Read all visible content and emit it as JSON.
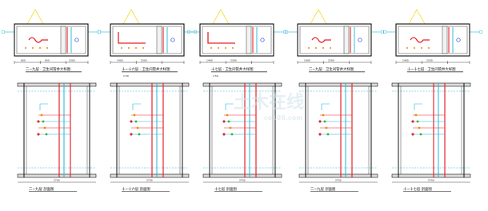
{
  "plans": [
    {
      "title": "二~九层 · 卫生间管井大样图",
      "scale": "",
      "dims": [
        "600",
        "600",
        "2300"
      ]
    },
    {
      "title": "十~十六层 · 卫生间管井大样图",
      "scale": "1:50",
      "dims": [
        "1400",
        "2300"
      ]
    },
    {
      "title": "十七层 · 卫生间管井大样图",
      "scale": "1:50",
      "dims": [
        "1400",
        "2300"
      ]
    },
    {
      "title": "二~九层 · 卫生间管井大样图",
      "scale": "",
      "dims": [
        "1400",
        "2300"
      ]
    },
    {
      "title": "十~十七层 · 卫生间管井大样图",
      "scale": "",
      "dims": [
        "1400",
        "2300"
      ]
    }
  ],
  "sections": [
    {
      "title": "二~九层 剖面图",
      "dim": "2700"
    },
    {
      "title": "十~十六层 剖面图",
      "dim": "2700"
    },
    {
      "title": "十七层 剖面图",
      "dim": "2700"
    },
    {
      "title": "二~九层 剖面图",
      "dim": "2700"
    },
    {
      "title": "十~十七层 剖面图",
      "dim": "2700"
    }
  ],
  "watermark": {
    "main": "土木在线",
    "sub": "co188.com"
  },
  "colors": {
    "wall": "#111111",
    "pipe_red": "#e8232a",
    "pipe_cyan": "#1fb6d8",
    "pipe_blue": "#2b3ed6",
    "axis_yellow": "#f2d400",
    "pipe_orange": "#f28a00",
    "pipe_green": "#2fae3f"
  }
}
